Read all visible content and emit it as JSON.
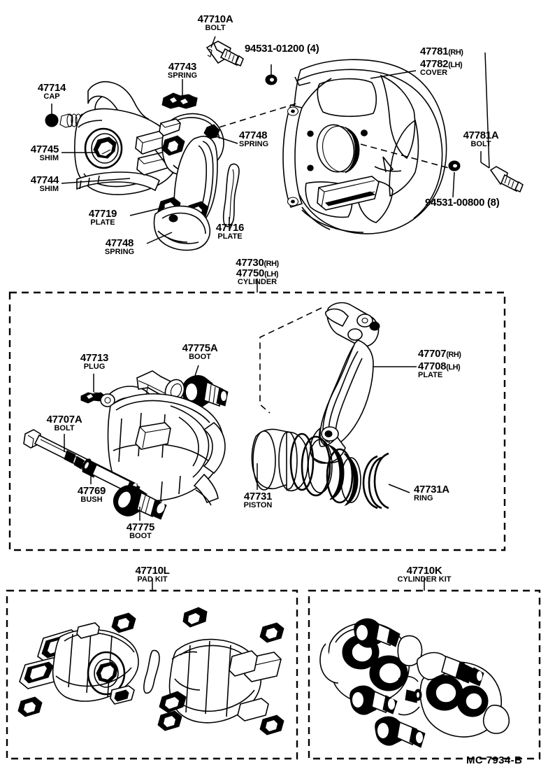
{
  "diagram": {
    "title": "Front Disc Brake Caliper Exploded Parts Diagram",
    "footer_code": "MC 7934-B"
  },
  "sections": {
    "cylinder_assembly": {
      "part_number": "47730",
      "part_number_suffix": "(RH)",
      "part_number_alt": "47750",
      "part_number_alt_suffix": "(LH)",
      "name": "CYLINDER"
    },
    "pad_kit": {
      "part_number": "47710L",
      "name": "PAD KIT"
    },
    "cylinder_kit": {
      "part_number": "47710K",
      "name": "CYLINDER KIT"
    }
  },
  "labels_top": [
    {
      "id": "l-47710a",
      "pn": "47710A",
      "sfx": "",
      "sub": "BOLT"
    },
    {
      "id": "l-94531-01200",
      "pn": "94531-01200 (4)",
      "sfx": "",
      "sub": ""
    },
    {
      "id": "l-47781",
      "pn": "47781",
      "sfx": "(RH)",
      "sub": ""
    },
    {
      "id": "l-47782",
      "pn": "47782",
      "sfx": "(LH)",
      "sub": "COVER"
    },
    {
      "id": "l-47743",
      "pn": "47743",
      "sfx": "",
      "sub": "SPRING"
    },
    {
      "id": "l-47714",
      "pn": "47714",
      "sfx": "",
      "sub": "CAP"
    },
    {
      "id": "l-47748a",
      "pn": "47748",
      "sfx": "",
      "sub": "SPRING"
    },
    {
      "id": "l-47745",
      "pn": "47745",
      "sfx": "",
      "sub": "SHIM"
    },
    {
      "id": "l-47744",
      "pn": "47744",
      "sfx": "",
      "sub": "SHIM"
    },
    {
      "id": "l-47719",
      "pn": "47719",
      "sfx": "",
      "sub": "PLATE"
    },
    {
      "id": "l-47748b",
      "pn": "47748",
      "sfx": "",
      "sub": "SPRING"
    },
    {
      "id": "l-47716",
      "pn": "47716",
      "sfx": "",
      "sub": "PLATE"
    },
    {
      "id": "l-47781a",
      "pn": "47781A",
      "sfx": "",
      "sub": "BOLT"
    },
    {
      "id": "l-94531-00800",
      "pn": "94531-00800 (8)",
      "sfx": "",
      "sub": ""
    }
  ],
  "labels_mid": [
    {
      "id": "l-47713",
      "pn": "47713",
      "sfx": "",
      "sub": "PLUG"
    },
    {
      "id": "l-47775a",
      "pn": "47775A",
      "sfx": "",
      "sub": "BOOT"
    },
    {
      "id": "l-47707",
      "pn": "47707",
      "sfx": "(RH)",
      "sub": ""
    },
    {
      "id": "l-47708",
      "pn": "47708",
      "sfx": "(LH)",
      "sub": "PLATE"
    },
    {
      "id": "l-47707a",
      "pn": "47707A",
      "sfx": "",
      "sub": "BOLT"
    },
    {
      "id": "l-47769",
      "pn": "47769",
      "sfx": "",
      "sub": "BUSH"
    },
    {
      "id": "l-47775",
      "pn": "47775",
      "sfx": "",
      "sub": "BOOT"
    },
    {
      "id": "l-47731",
      "pn": "47731",
      "sfx": "",
      "sub": "PISTON"
    },
    {
      "id": "l-47731a",
      "pn": "47731A",
      "sfx": "",
      "sub": "RING"
    }
  ]
}
